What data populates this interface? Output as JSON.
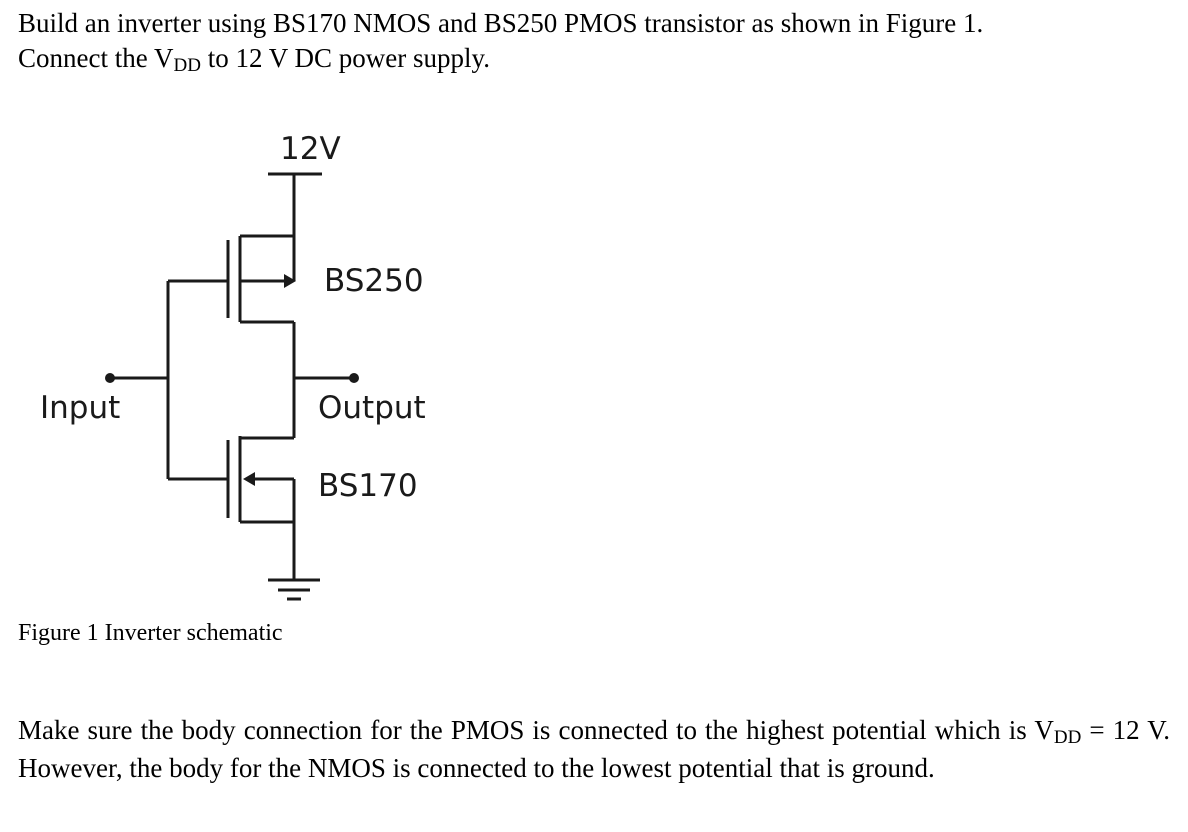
{
  "intro": {
    "line1": "Build an inverter using BS170 NMOS and BS250 PMOS transistor as shown in Figure 1.",
    "line2_prefix": "Connect the V",
    "line2_sub": "DD",
    "line2_suffix": " to 12 V DC power supply."
  },
  "figure": {
    "supply_label": "12V",
    "pmos_label": "BS250",
    "nmos_label": "BS170",
    "input_label": "Input",
    "output_label": "Output",
    "caption": "Figure 1 Inverter schematic"
  },
  "note": {
    "text_before": "Make sure the body connection for the PMOS is connected to the highest potential which is V",
    "sub": "DD",
    "text_after": " = 12 V. However, the body for the NMOS is connected to the lowest potential that is ground."
  }
}
